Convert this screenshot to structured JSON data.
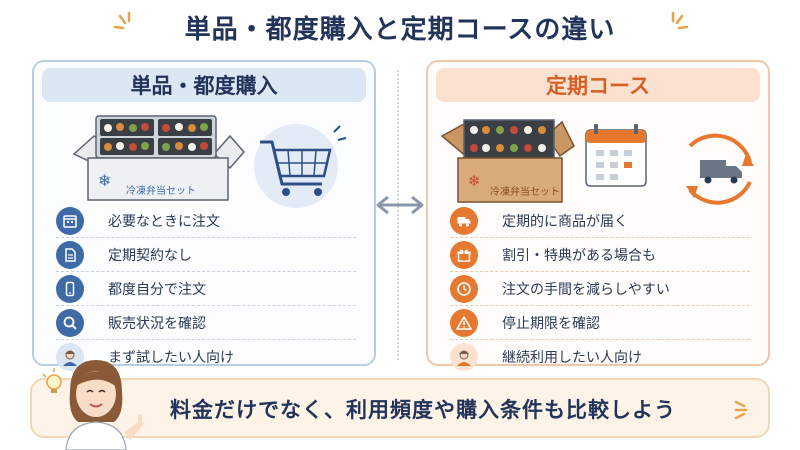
{
  "title": "単品・都度購入と定期コースの違い",
  "left": {
    "heading": "単品・都度購入",
    "box_label": "冷凍弁当セット",
    "items": [
      {
        "label": "必要なときに注文",
        "icon": "calendar-icon"
      },
      {
        "label": "定期契約なし",
        "icon": "document-icon"
      },
      {
        "label": "都度自分で注文",
        "icon": "smartphone-icon"
      },
      {
        "label": "販売状況を確認",
        "icon": "search-icon"
      },
      {
        "label": "まず試したい人向け",
        "icon": "person-icon"
      }
    ]
  },
  "right": {
    "heading": "定期コース",
    "box_label": "冷凍弁当セット",
    "items": [
      {
        "label": "定期的に商品が届く",
        "icon": "truck-icon"
      },
      {
        "label": "割引・特典がある場合も",
        "icon": "gift-icon"
      },
      {
        "label": "注文の手間を減らしやすい",
        "icon": "clock-icon"
      },
      {
        "label": "停止期限を確認",
        "icon": "warning-icon"
      },
      {
        "label": "継続利用したい人向け",
        "icon": "person-icon"
      }
    ]
  },
  "bottom_note": "料金だけでなく、利用頻度や購入条件も比較しよう",
  "colors": {
    "navy": "#23345a",
    "blue_accent": "#3e6aa6",
    "orange_accent": "#e6782f",
    "orange_text": "#d85f24"
  }
}
